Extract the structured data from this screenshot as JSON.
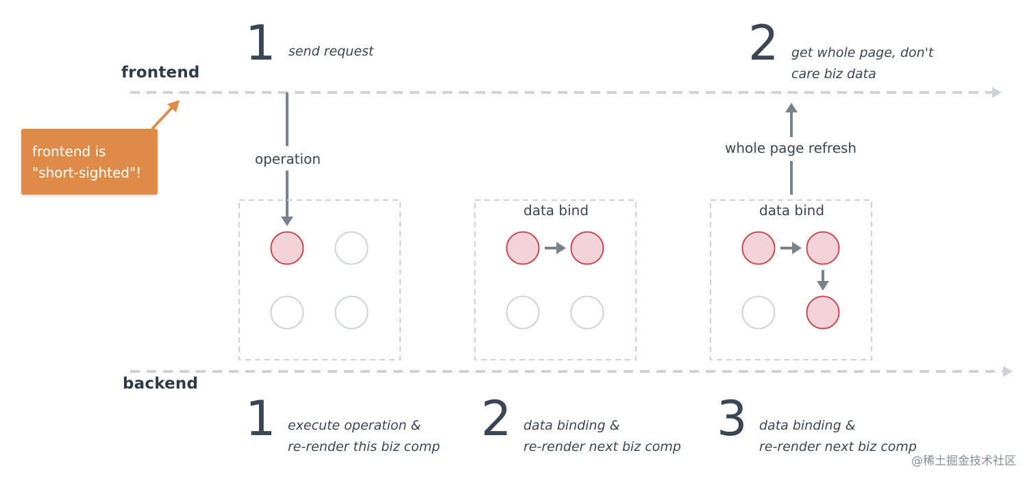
{
  "lanes": {
    "frontend_label": "frontend",
    "backend_label": "backend"
  },
  "callout": {
    "line1": "frontend is",
    "line2": "\"short-sighted\"!"
  },
  "frontend_steps": [
    {
      "number": "1",
      "lines": [
        "send request"
      ]
    },
    {
      "number": "2",
      "lines": [
        "get whole page, don't",
        "care biz data"
      ]
    }
  ],
  "backend_steps": [
    {
      "number": "1",
      "lines": [
        "execute operation &",
        "re-render this biz comp"
      ]
    },
    {
      "number": "2",
      "lines": [
        "data binding &",
        "re-render next biz comp"
      ]
    },
    {
      "number": "3",
      "lines": [
        "data binding &",
        "re-render next biz comp"
      ]
    }
  ],
  "connectors": {
    "operation_label": "operation",
    "refresh_label": "whole page refresh"
  },
  "boxes": [
    {
      "title": "",
      "active_components": [
        "top-left"
      ],
      "arrows": []
    },
    {
      "title": "data bind",
      "active_components": [
        "top-left",
        "top-right"
      ],
      "arrows": [
        "top-left->top-right"
      ]
    },
    {
      "title": "data bind",
      "active_components": [
        "top-left",
        "top-right",
        "bottom-right"
      ],
      "arrows": [
        "top-left->top-right",
        "top-right->bottom-right"
      ]
    }
  ],
  "watermark": "@稀土掘金技术社区",
  "colors": {
    "timeline": "#cdd2d9",
    "arrow": "#7a828c",
    "active_fill": "#f2d3d7",
    "active_stroke": "#c94a55",
    "inactive_stroke": "#ced3d9",
    "callout_bg": "#de8b47",
    "callout_arrow": "#de8b47"
  }
}
